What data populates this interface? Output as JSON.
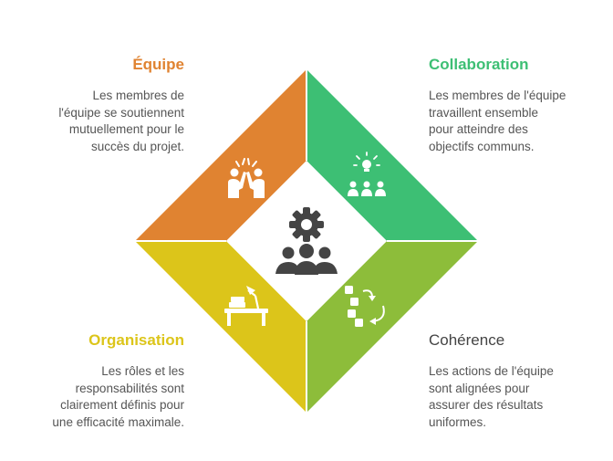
{
  "quadrants": {
    "equipe": {
      "title": "Équipe",
      "lines": [
        "Les membres de",
        "l'équipe se soutiennent",
        "mutuellement pour le",
        "succès du projet."
      ],
      "color": "#e08331",
      "icon": "high-five-icon"
    },
    "collaboration": {
      "title": "Collaboration",
      "lines": [
        "Les membres de l'équipe",
        "travaillent ensemble",
        "pour atteindre des",
        "objectifs communs."
      ],
      "color": "#3dbf74",
      "icon": "team-idea-icon"
    },
    "organisation": {
      "title": "Organisation",
      "lines": [
        "Les rôles et les",
        "responsabilités sont",
        "clairement définis pour",
        "une efficacité maximale."
      ],
      "color": "#dcc51a",
      "icon": "desk-lamp-icon"
    },
    "coherence": {
      "title": "Cohérence",
      "lines": [
        "Les actions de l'équipe",
        "sont alignées pour",
        "assurer des résultats",
        "uniformes."
      ],
      "color": "#8dbd3a",
      "icon": "flow-blocks-icon"
    }
  },
  "center": {
    "icon": "team-gear-icon",
    "color": "#444444"
  }
}
